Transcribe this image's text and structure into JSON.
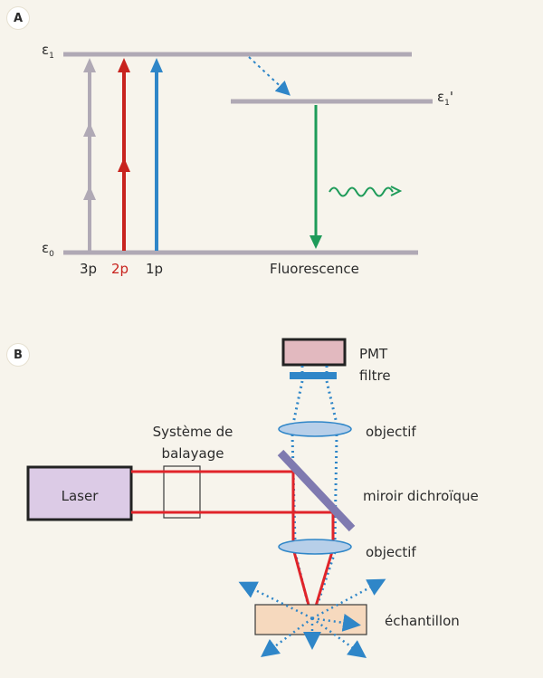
{
  "panel_a": {
    "badge": "A",
    "level_e1": "ε",
    "level_e1_sub": "1",
    "level_e1p": "ε",
    "level_e1p_sub": "1",
    "level_e1p_prime": "'",
    "level_e0": "ε",
    "level_e0_sub": "0",
    "label_3p": "3p",
    "label_2p": "2p",
    "label_1p": "1p",
    "label_fluorescence": "Fluorescence",
    "colors": {
      "level": "#b0a9b5",
      "three_photon": "#b0a9b5",
      "two_photon": "#c8231e",
      "one_photon": "#2f86c8",
      "relax": "#2f86c8",
      "fluorescence": "#1e9b59",
      "label_2p": "#c8231e"
    }
  },
  "panel_b": {
    "badge": "B",
    "pmt": "PMT",
    "filtre": "filtre",
    "objectif_top": "objectif",
    "scan_line1": "Système de",
    "scan_line2": "balayage",
    "laser": "Laser",
    "miroir": "miroir dichroïque",
    "objectif_bottom": "objectif",
    "echantillon": "échantillon",
    "colors": {
      "laser_box": "#dccbe6",
      "pmt_box": "#e2b9bf",
      "beam": "#e0242a",
      "emission": "#2f86c8",
      "lens": "#b7cfe9",
      "mirror": "#7f7ab0",
      "filter": "#2f86c8",
      "sample": "#f6d9be"
    }
  }
}
